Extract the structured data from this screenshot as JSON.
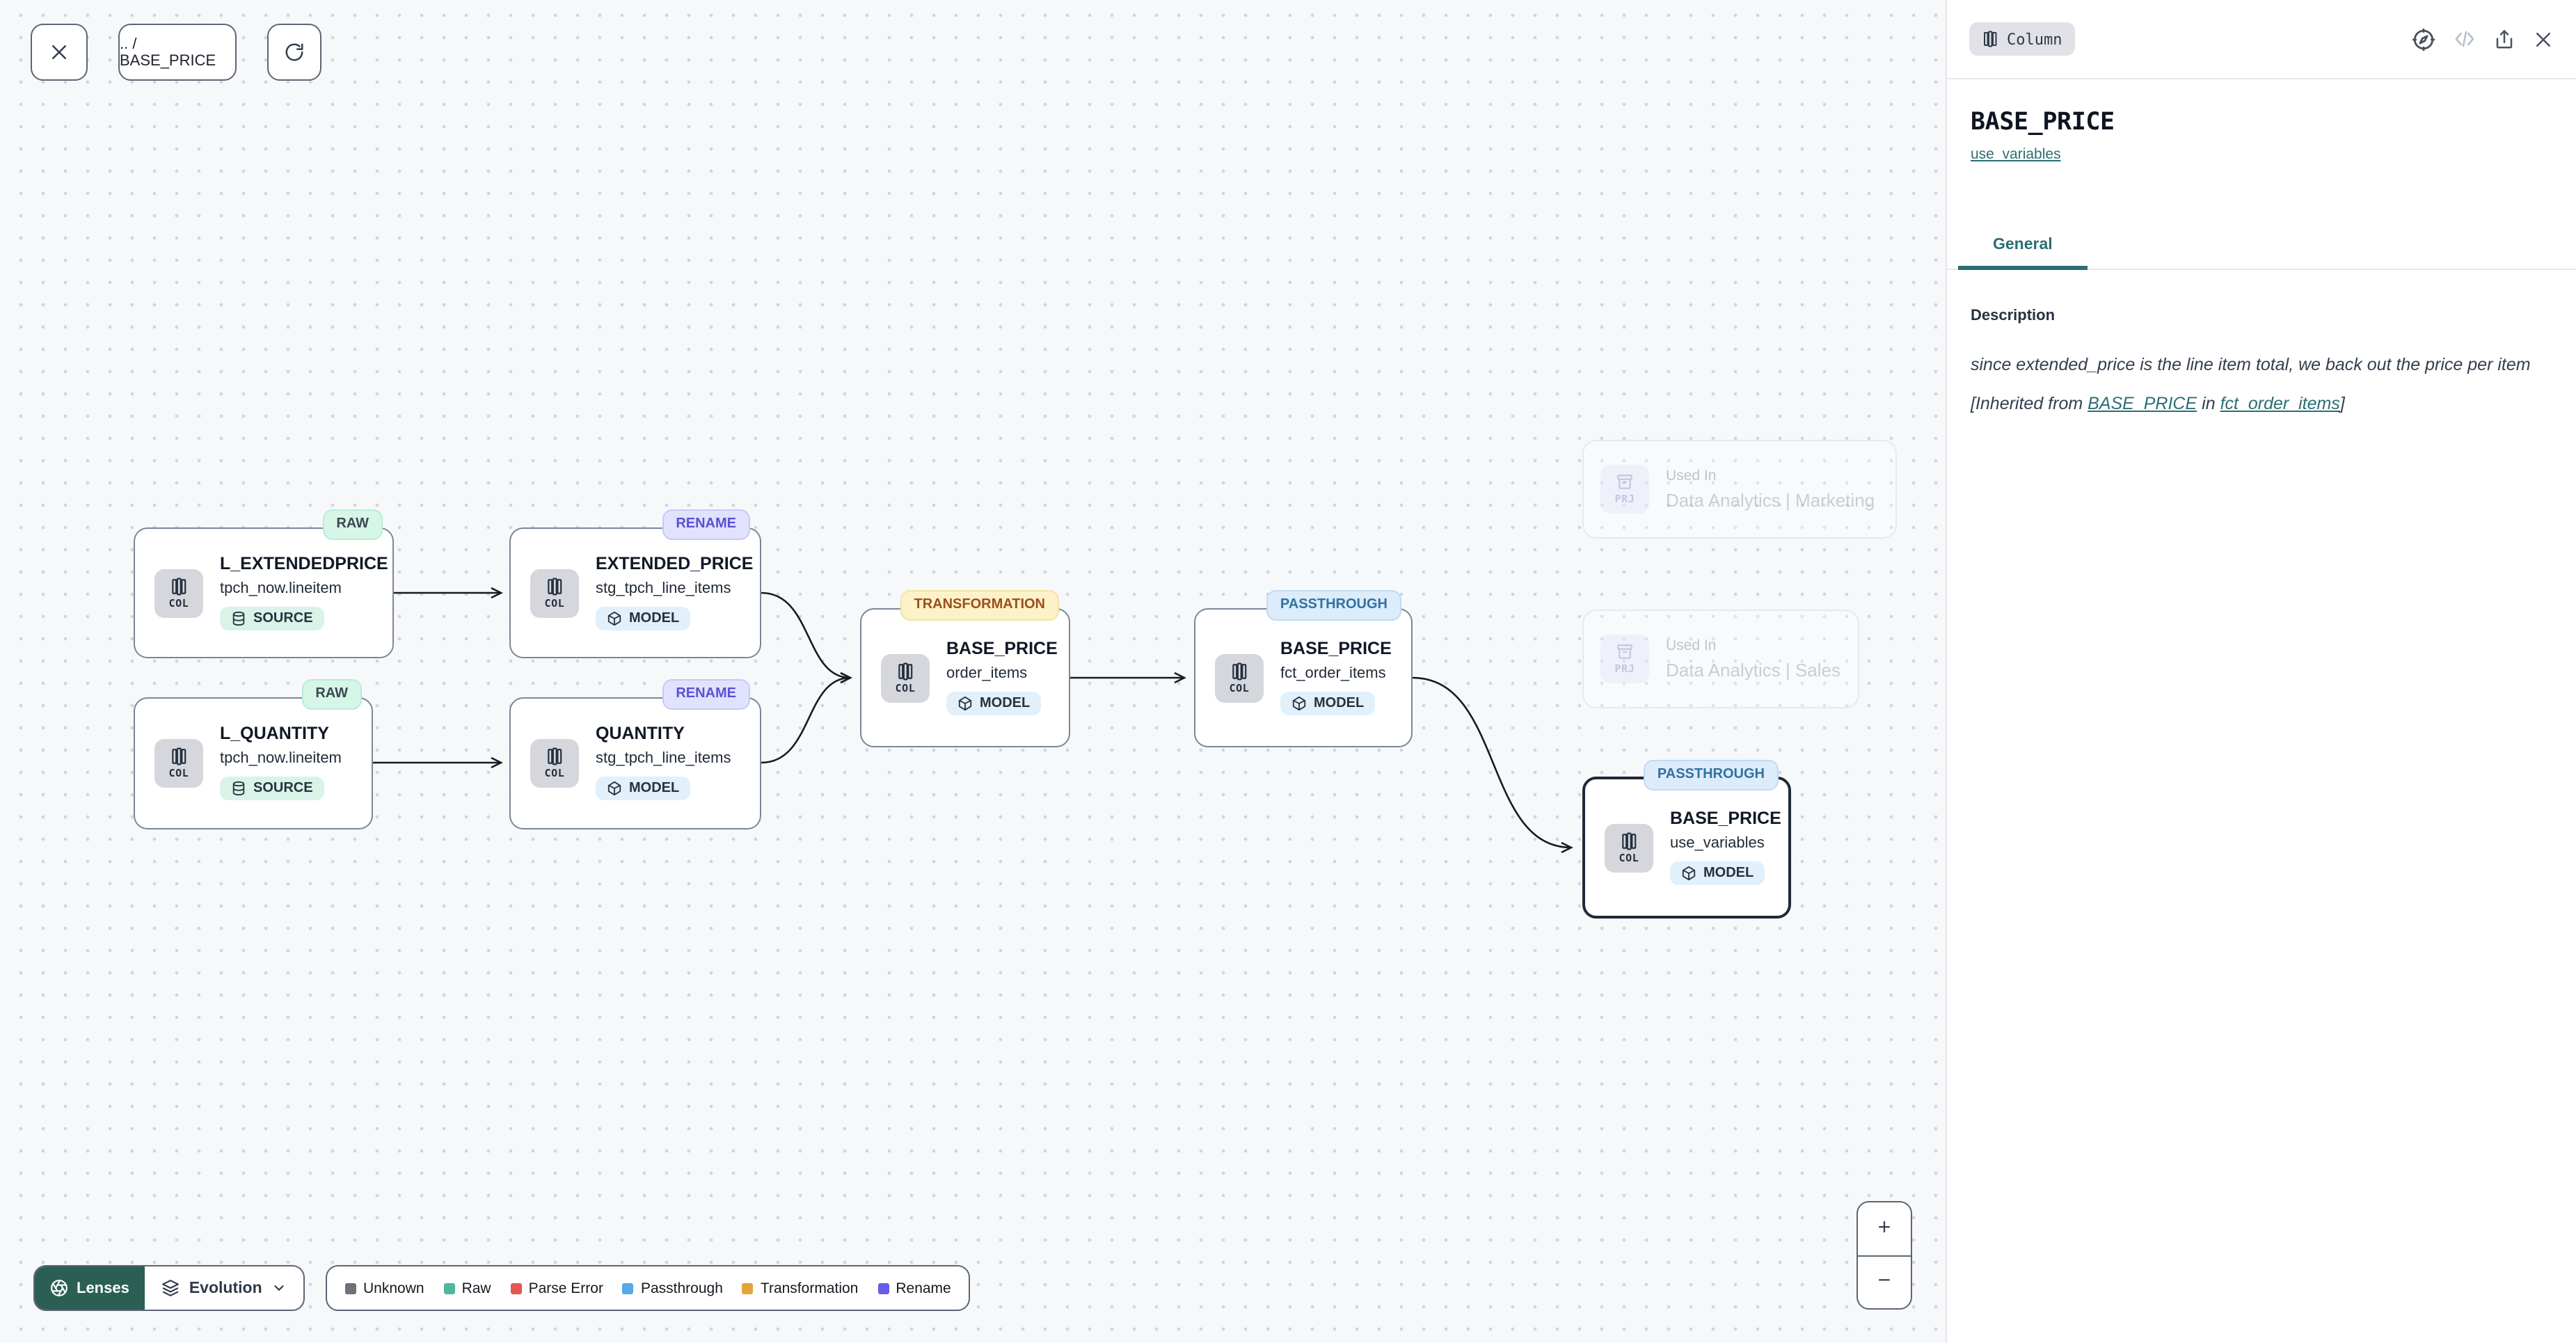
{
  "toolbar": {
    "breadcrumb": ".. / BASE_PRICE"
  },
  "labels": {
    "col": "COL",
    "prj": "PRJ"
  },
  "nodes": [
    {
      "badge": "RAW",
      "title": "L_EXTENDEDPRICE",
      "subtitle": "tpch_now.lineitem",
      "kind": "SOURCE"
    },
    {
      "badge": "RENAME",
      "title": "EXTENDED_PRICE",
      "subtitle": "stg_tpch_line_items",
      "kind": "MODEL"
    },
    {
      "badge": "RAW",
      "title": "L_QUANTITY",
      "subtitle": "tpch_now.lineitem",
      "kind": "SOURCE"
    },
    {
      "badge": "RENAME",
      "title": "QUANTITY",
      "subtitle": "stg_tpch_line_items",
      "kind": "MODEL"
    },
    {
      "badge": "TRANSFORMATION",
      "title": "BASE_PRICE",
      "subtitle": "order_items",
      "kind": "MODEL"
    },
    {
      "badge": "PASSTHROUGH",
      "title": "BASE_PRICE",
      "subtitle": "fct_order_items",
      "kind": "MODEL"
    },
    {
      "badge": "PASSTHROUGH",
      "title": "BASE_PRICE",
      "subtitle": "use_variables",
      "kind": "MODEL",
      "selected": true
    }
  ],
  "used_in": [
    {
      "label": "Used In",
      "project": "Data Analytics | Marketing"
    },
    {
      "label": "Used In",
      "project": "Data Analytics | Sales"
    }
  ],
  "lenses": {
    "button": "Lenses",
    "view": "Evolution"
  },
  "legend": {
    "items": [
      {
        "label": "Unknown",
        "color": "#6e7177"
      },
      {
        "label": "Raw",
        "color": "#4fb79e"
      },
      {
        "label": "Parse Error",
        "color": "#e2574f"
      },
      {
        "label": "Passthrough",
        "color": "#56a9e9"
      },
      {
        "label": "Transformation",
        "color": "#e3a43a"
      },
      {
        "label": "Rename",
        "color": "#675ce8"
      }
    ]
  },
  "zoom_controls": {
    "zoom_in": "+",
    "zoom_out": "−"
  },
  "panel": {
    "type_badge": "Column",
    "title": "BASE_PRICE",
    "model_link": "use_variables",
    "tab": "General",
    "description_heading": "Description",
    "description_body": "since extended_price is the line item total, we back out the price per item",
    "inherited_prefix": "[Inherited from ",
    "inherited_link_column": "BASE_PRICE",
    "inherited_mid": " in ",
    "inherited_link_model": "fct_order_items",
    "inherited_suffix": "]"
  },
  "colors": {
    "accent_teal": "#2b6e73",
    "lenses_button": "#2b5f54",
    "edge": "#161b22",
    "selected_border": "#1f2937"
  }
}
